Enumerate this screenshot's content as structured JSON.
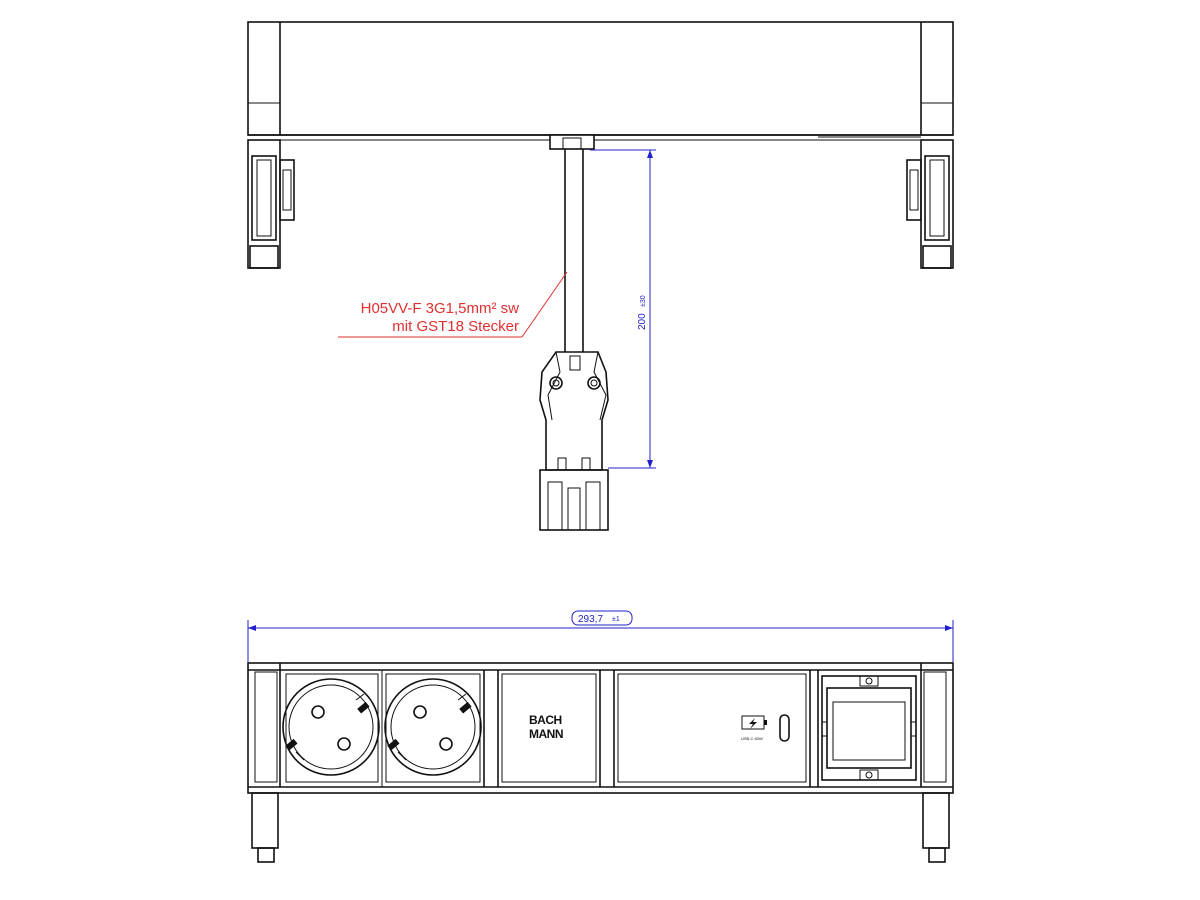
{
  "cable_label": {
    "line1": "H05VV-F 3G1,5mm² sw",
    "line2": "mit GST18 Stecker"
  },
  "dim_length": {
    "value": "200",
    "tolerance": "±30"
  },
  "dim_width": {
    "value": "293,7",
    "tolerance": "±1"
  },
  "brand": {
    "line1": "BACH",
    "line2": "MANN"
  },
  "usb_label": "USB-C 60W",
  "colors": {
    "annotation": "#e03030",
    "dimension": "#2222cc",
    "drawing": "#111111"
  }
}
